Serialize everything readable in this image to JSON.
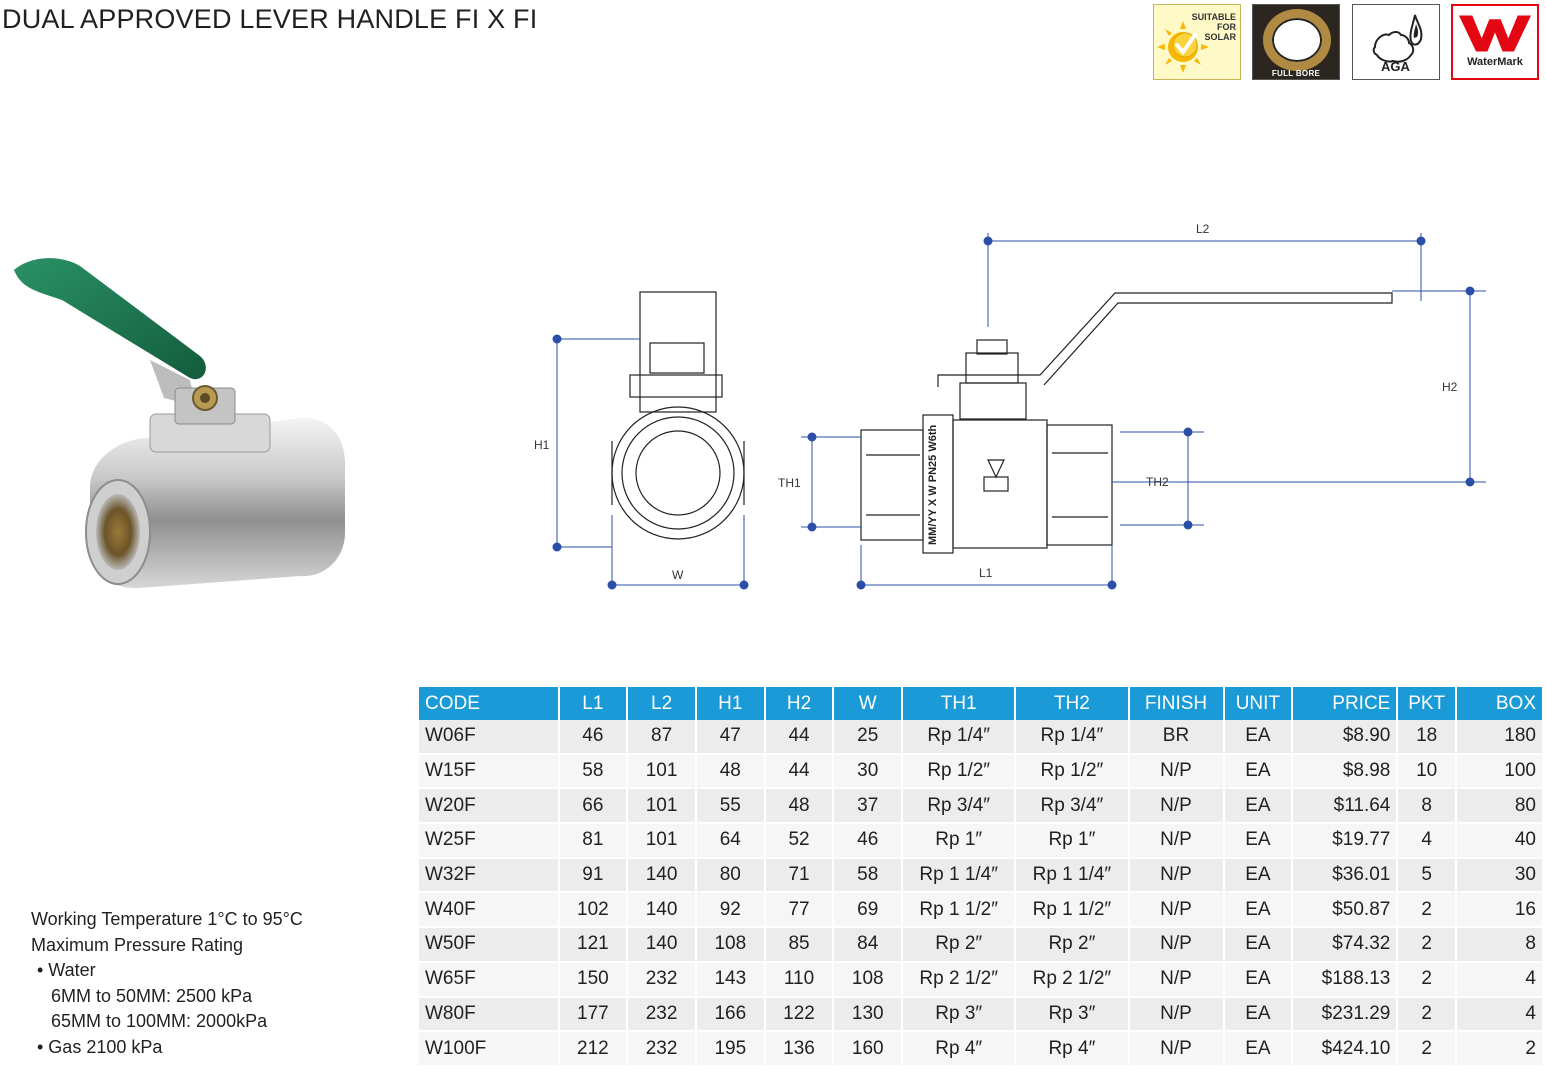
{
  "title": "DUAL APPROVED LEVER HANDLE FI X FI",
  "badges": {
    "solar": [
      "SUITABLE",
      "FOR",
      "SOLAR"
    ],
    "bore": "FULL BORE",
    "aga": "AGA",
    "watermark": "WaterMark"
  },
  "drawing_labels": {
    "l2": "L2",
    "h2": "H2",
    "h1": "H1",
    "th1": "TH1",
    "th2": "TH2",
    "w": "W",
    "l1": "L1",
    "body_marking": "MM/YY X W PN25 W6th"
  },
  "specs": {
    "working_temperature": "Working Temperature  1°C to 95°C",
    "max_pressure": "Maximum Pressure Rating",
    "water": "• Water",
    "water_small": "6MM to 50MM: 2500 kPa",
    "water_large": "65MM to 100MM: 2000kPa",
    "gas": "• Gas 2100 kPa"
  },
  "table": {
    "headers": [
      "CODE",
      "L1",
      "L2",
      "H1",
      "H2",
      "W",
      "TH1",
      "TH2",
      "FINISH",
      "UNIT",
      "PRICE",
      "PKT",
      "BOX"
    ],
    "rows": [
      [
        "W06F",
        "46",
        "87",
        "47",
        "44",
        "25",
        "Rp 1/4″",
        "Rp 1/4″",
        "BR",
        "EA",
        "$8.90",
        "18",
        "180"
      ],
      [
        "W15F",
        "58",
        "101",
        "48",
        "44",
        "30",
        "Rp 1/2″",
        "Rp 1/2″",
        "N/P",
        "EA",
        "$8.98",
        "10",
        "100"
      ],
      [
        "W20F",
        "66",
        "101",
        "55",
        "48",
        "37",
        "Rp 3/4″",
        "Rp 3/4″",
        "N/P",
        "EA",
        "$11.64",
        "8",
        "80"
      ],
      [
        "W25F",
        "81",
        "101",
        "64",
        "52",
        "46",
        "Rp 1″",
        "Rp 1″",
        "N/P",
        "EA",
        "$19.77",
        "4",
        "40"
      ],
      [
        "W32F",
        "91",
        "140",
        "80",
        "71",
        "58",
        "Rp 1 1/4″",
        "Rp 1 1/4″",
        "N/P",
        "EA",
        "$36.01",
        "5",
        "30"
      ],
      [
        "W40F",
        "102",
        "140",
        "92",
        "77",
        "69",
        "Rp 1 1/2″",
        "Rp 1 1/2″",
        "N/P",
        "EA",
        "$50.87",
        "2",
        "16"
      ],
      [
        "W50F",
        "121",
        "140",
        "108",
        "85",
        "84",
        "Rp 2″",
        "Rp 2″",
        "N/P",
        "EA",
        "$74.32",
        "2",
        "8"
      ],
      [
        "W65F",
        "150",
        "232",
        "143",
        "110",
        "108",
        "Rp 2 1/2″",
        "Rp 2 1/2″",
        "N/P",
        "EA",
        "$188.13",
        "2",
        "4"
      ],
      [
        "W80F",
        "177",
        "232",
        "166",
        "122",
        "130",
        "Rp 3″",
        "Rp 3″",
        "N/P",
        "EA",
        "$231.29",
        "2",
        "4"
      ],
      [
        "W100F",
        "212",
        "232",
        "195",
        "136",
        "160",
        "Rp 4″",
        "Rp 4″",
        "N/P",
        "EA",
        "$424.10",
        "2",
        "2"
      ]
    ]
  },
  "colors": {
    "header_blue": "#1a9ad6",
    "dim_blue": "#2b4fa8",
    "handle_green": "#1d7a52",
    "watermark_red": "#e30613"
  }
}
